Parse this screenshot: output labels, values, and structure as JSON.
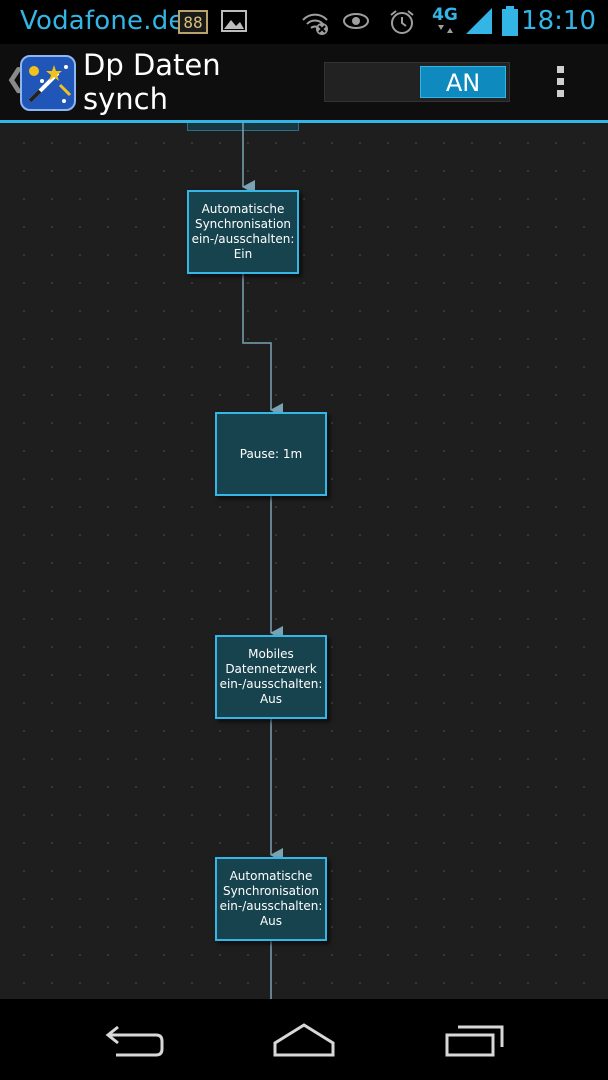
{
  "status_bar": {
    "carrier": "Vodafone.de",
    "notification_badge": "88",
    "network": "4G",
    "time": "18:10",
    "accent_color": "#33b5e5"
  },
  "action_bar": {
    "title_line1": "Dp Daten synch",
    "title_line2": "120",
    "toggle_label": "AN",
    "app_icon": "app-magic-wand-icon",
    "accent_color": "#33b5e5"
  },
  "flow": {
    "nodes": [
      {
        "line1": "Automatische",
        "line2": "Synchronisation",
        "line3": "ein-/ausschalten:",
        "line4": "Ein"
      },
      {
        "line1": "Pause: 1m"
      },
      {
        "line1": "Mobiles",
        "line2": "Datennetzwerk",
        "line3": "ein-/ausschalten:",
        "line4": "Aus"
      },
      {
        "line1": "Automatische",
        "line2": "Synchronisation",
        "line3": "ein-/ausschalten:",
        "line4": "Aus"
      }
    ],
    "node_fill": "#17434e",
    "node_border": "#35b6e6",
    "connector_color": "#7aa3b4"
  },
  "nav_bar": {
    "back": "back-icon",
    "home": "home-icon",
    "recents": "recent-apps-icon"
  }
}
